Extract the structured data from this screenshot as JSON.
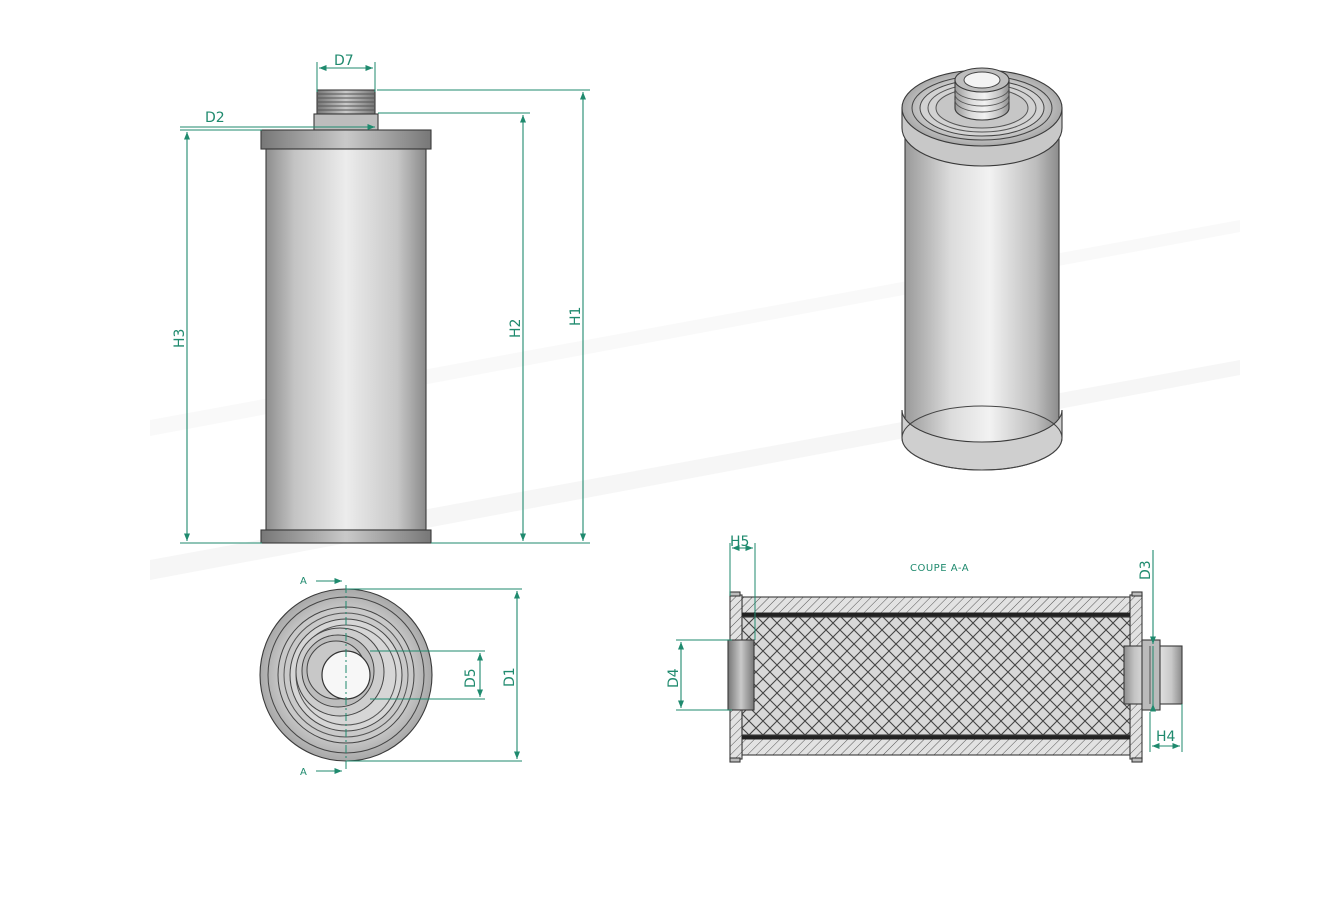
{
  "dimensions": {
    "d7": "D7",
    "d2": "D2",
    "h1": "H1",
    "h2": "H2",
    "h3": "H3",
    "d1": "D1",
    "d5": "D5",
    "d4": "D4",
    "d3": "D3",
    "h4": "H4",
    "h5": "H5"
  },
  "section": {
    "title": "COUPE A-A",
    "marker_top": "A",
    "marker_bottom": "A"
  },
  "colors": {
    "dimension": "#1f8a6e",
    "outline": "#3a3a3a",
    "body_light": "#e8e8e8",
    "body_dark": "#9a9a9a"
  }
}
